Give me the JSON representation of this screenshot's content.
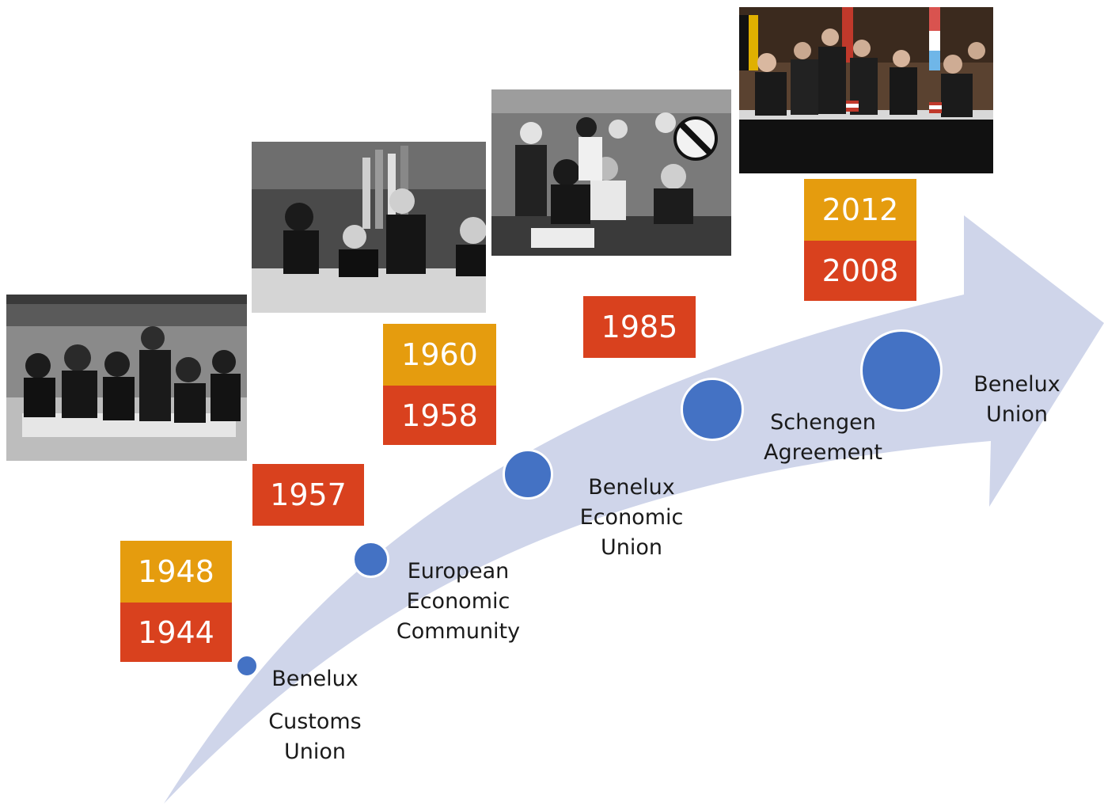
{
  "colors": {
    "arrow": "#cfd5ea",
    "dot": "#4472c4",
    "year_orange": "#e59c0e",
    "year_red": "#d9411e"
  },
  "milestones": [
    {
      "label": "Benelux",
      "label2": "Customs\nUnion",
      "years": [
        "1948",
        "1944"
      ]
    },
    {
      "label": "European\nEconomic\nCommunity",
      "years": [
        "1957"
      ]
    },
    {
      "label": "Benelux\nEconomic\nUnion",
      "years": [
        "1960",
        "1958"
      ]
    },
    {
      "label": "Schengen\nAgreement",
      "years": [
        "1985"
      ]
    },
    {
      "label": "Benelux\nUnion",
      "years": [
        "2012",
        "2008"
      ]
    }
  ],
  "photos": [
    {
      "name": "photo-1944-signing",
      "tone": "grayscale"
    },
    {
      "name": "photo-1957-signing",
      "tone": "grayscale"
    },
    {
      "name": "photo-1985-signing",
      "tone": "grayscale"
    },
    {
      "name": "photo-2008-signing",
      "tone": "color"
    }
  ]
}
